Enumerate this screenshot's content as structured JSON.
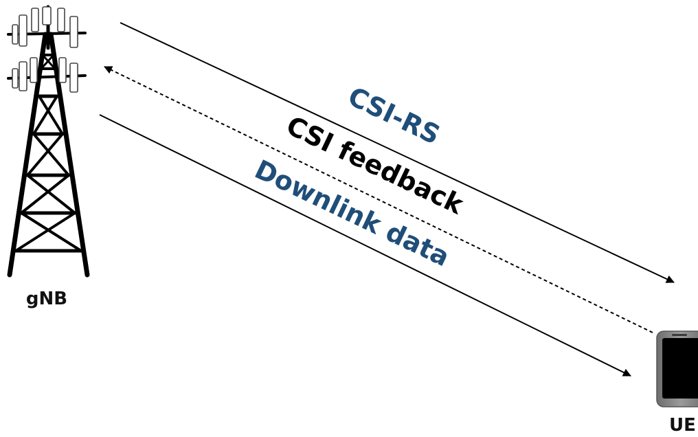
{
  "nodes": {
    "base_station": {
      "label": "gNB",
      "icon": "cell-tower-icon"
    },
    "user_equipment": {
      "label": "UE",
      "icon": "smartphone-icon"
    }
  },
  "links": [
    {
      "id": "csi-rs",
      "label": "CSI-RS",
      "direction": "gNB-to-UE",
      "line_style": "solid",
      "label_color": "#1f4e79"
    },
    {
      "id": "csi-feedback",
      "label": "CSI feedback",
      "direction": "UE-to-gNB",
      "line_style": "dashed",
      "label_color": "#000000"
    },
    {
      "id": "downlink-data",
      "label": "Downlink data",
      "direction": "gNB-to-UE",
      "line_style": "solid",
      "label_color": "#1f4e79"
    }
  ]
}
